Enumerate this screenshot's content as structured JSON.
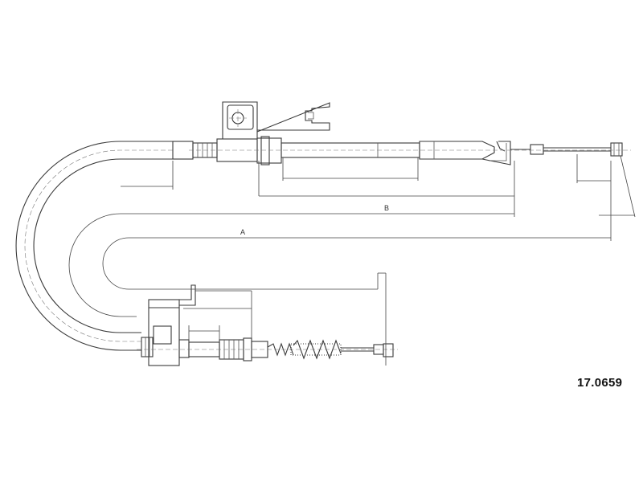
{
  "dimensions": {
    "label_a": "A",
    "label_b": "B"
  },
  "part_number": "17.0659"
}
